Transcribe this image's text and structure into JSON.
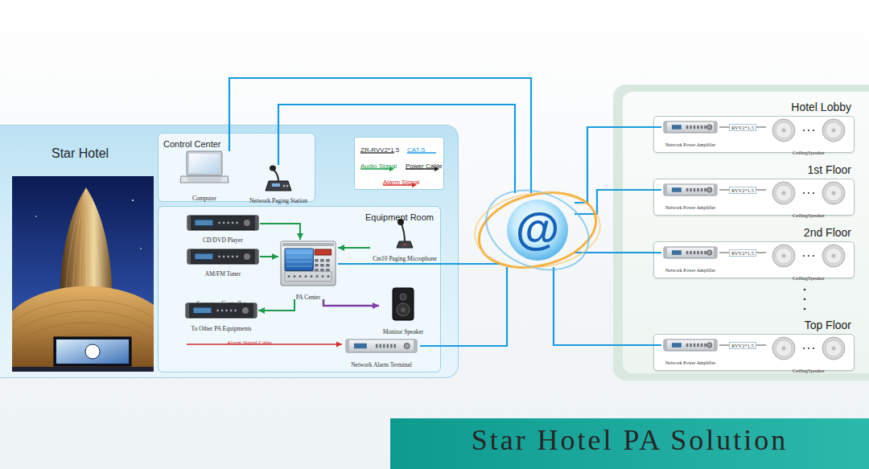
{
  "diagram": {
    "title": "Star Hotel PA Solution",
    "nodes": [
      {
        "text": [
          "Star Hotel"
        ]
      },
      {
        "text": [
          "Control Center"
        ],
        "in": 0
      },
      {
        "text": [
          "Computer"
        ],
        "in": 1
      },
      {
        "text": [
          "Network Paging Station"
        ],
        "in": 1
      },
      {
        "text": [
          "Equipment Room"
        ],
        "in": 0
      },
      {
        "text": [
          "CD/DVD Player"
        ],
        "in": 4
      },
      {
        "text": [
          "AM/FM Tuner"
        ],
        "in": 4
      },
      {
        "text": [
          "PA Center"
        ],
        "in": 4
      },
      {
        "text": [
          "Cm10 Paging Microphone"
        ],
        "in": 4
      },
      {
        "text": [
          "Sequence Controller",
          "To Other PA Equipments"
        ],
        "in": 4
      },
      {
        "text": [
          "Monitor Speaker"
        ],
        "in": 4
      },
      {
        "text": [
          "Network Alarm Terminal"
        ],
        "in": 4
      },
      {
        "text": [
          "@"
        ]
      },
      {
        "text": [
          "Hotel Lobby"
        ]
      },
      {
        "text": [
          "Network Power Amplifier"
        ],
        "in": 13
      },
      {
        "text": [
          "CeilingSpeaker"
        ],
        "in": 13
      },
      {
        "text": [
          "1st Floor"
        ]
      },
      {
        "text": [
          "Network Power Amplifier"
        ],
        "in": 16
      },
      {
        "text": [
          "CeilingSpeaker"
        ],
        "in": 16
      },
      {
        "text": [
          "2nd Floor"
        ]
      },
      {
        "text": [
          "Network Power Amplifier"
        ],
        "in": 19
      },
      {
        "text": [
          "CeilingSpeaker"
        ],
        "in": 19
      },
      {
        "text": [
          "Top Floor"
        ]
      },
      {
        "text": [
          "Network Power Amplifier"
        ],
        "in": 22
      },
      {
        "text": [
          "CeilingSpeaker"
        ],
        "in": 22
      }
    ],
    "edges": [
      {
        "from": 2,
        "to": 12,
        "arrow": "none"
      },
      {
        "from": 3,
        "to": 12,
        "arrow": "none"
      },
      {
        "from": 5,
        "to": 7,
        "arrow": "to"
      },
      {
        "from": 6,
        "to": 7,
        "arrow": "to"
      },
      {
        "from": 8,
        "to": 7,
        "arrow": "to"
      },
      {
        "from": 7,
        "to": 9,
        "arrow": "to"
      },
      {
        "from": 7,
        "to": 10,
        "arrow": "to"
      },
      {
        "from": 7,
        "to": 12,
        "arrow": "none"
      },
      {
        "from": 11,
        "to": 12,
        "arrow": "none"
      },
      {
        "from": 12,
        "to": 14,
        "arrow": "none"
      },
      {
        "from": 12,
        "to": 17,
        "arrow": "none"
      },
      {
        "from": 12,
        "to": 20,
        "arrow": "none"
      },
      {
        "from": 12,
        "to": 23,
        "arrow": "none"
      },
      {
        "from": 14,
        "to": 15,
        "label": "RVV2*1.5",
        "arrow": "none"
      },
      {
        "from": 17,
        "to": 18,
        "label": "RVV2*1.5",
        "arrow": "none"
      },
      {
        "from": 20,
        "to": 21,
        "label": "RVV2*1.5",
        "arrow": "none"
      },
      {
        "from": 23,
        "to": 24,
        "label": "RVV2*1.5",
        "arrow": "none"
      }
    ],
    "labels": [
      "Alarm Signal Cable"
    ],
    "legend": [
      {
        "text": "ZR-RVV2*1.5"
      },
      {
        "text": "CAT-5"
      },
      {
        "text": "Audio Signal"
      },
      {
        "text": "Power Cable"
      },
      {
        "text": "Alarm Signal"
      }
    ]
  }
}
